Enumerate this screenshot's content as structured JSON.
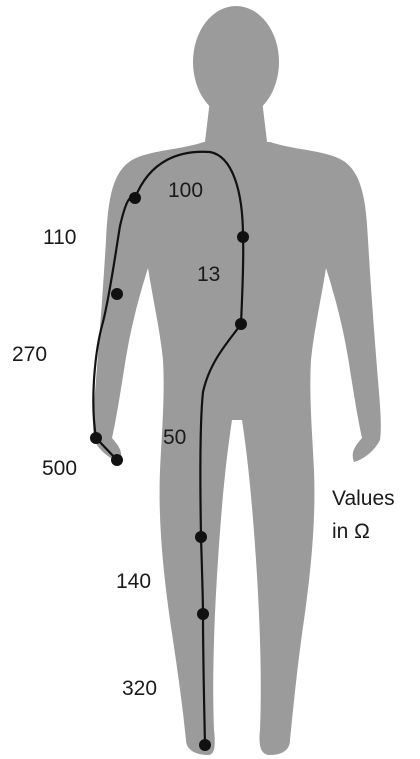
{
  "colors": {
    "body": "#9b9b9b",
    "path": "#111111",
    "node": "#111111",
    "text": "#1a1a1a"
  },
  "segment_labels": [
    "100",
    "110",
    "13",
    "270",
    "50",
    "500",
    "140",
    "320"
  ],
  "units_note": [
    "Values",
    "in Ω"
  ]
}
